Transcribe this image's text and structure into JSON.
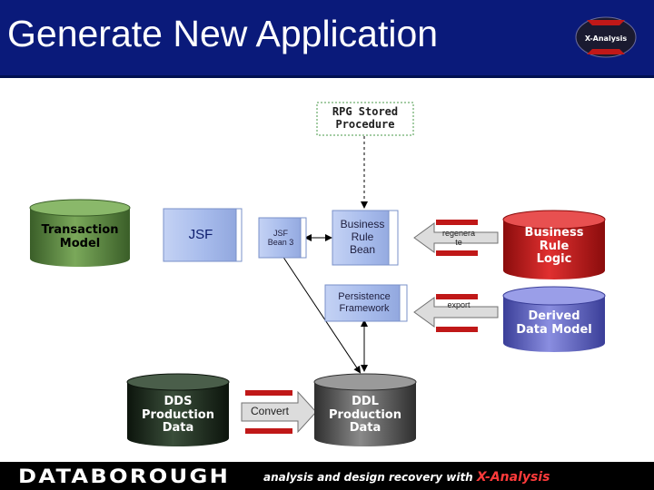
{
  "title": "Generate New Application",
  "logo_text": "X-Analysis",
  "footer": {
    "brand": "DATABOROUGH",
    "tagline_prefix": "analysis and design recovery with ",
    "tagline_product": "X-Analysis"
  },
  "nodes": {
    "rpg_stored_procedure": "RPG Stored\nProcedure",
    "transaction_model": "Transaction\nModel",
    "jsf": "JSF",
    "jsf_bean": "JSF\nBean 3",
    "business_rule_bean": "Business\nRule\nBean",
    "regenerate": "regenera\nte",
    "business_rule_logic": "Business\nRule\nLogic",
    "persistence_framework": "Persistence\nFramework",
    "export": "export",
    "derived_data_model": "Derived\nData Model",
    "dds_production_data": "DDS\nProduction\nData",
    "convert": "Convert",
    "ddl_production_data": "DDL\nProduction\nData"
  },
  "colors": {
    "header_bg": "#0a1a7a",
    "green_cylinder": "#5c8a3c",
    "blue_box": "#9fb4e6",
    "red_cylinder": "#c01818",
    "purple_cylinder": "#5a5ec0",
    "dark_green_cylinder": "#1c2c1c",
    "gray_cylinder": "#5a5a5a"
  }
}
